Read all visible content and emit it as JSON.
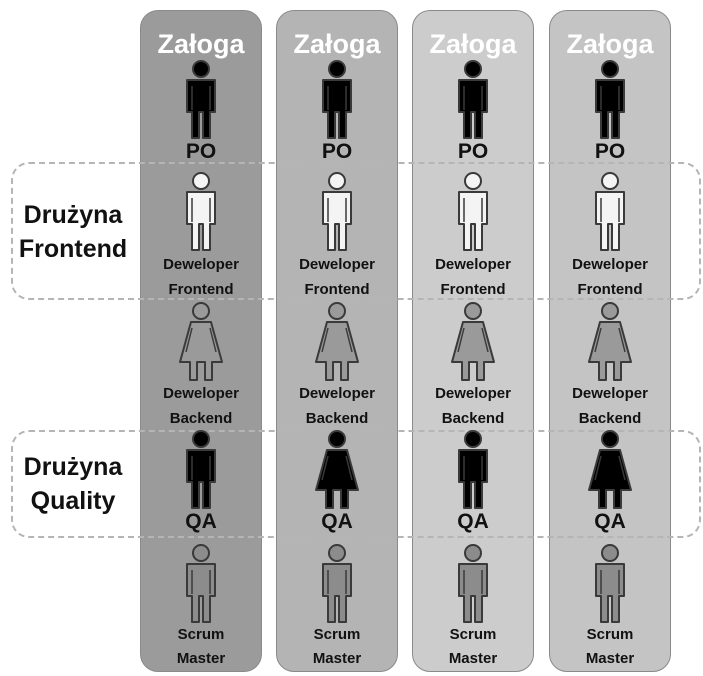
{
  "crews": [
    {
      "title": "Załoga",
      "bg": "#9b9b9b",
      "qa_gender": "male"
    },
    {
      "title": "Załoga",
      "bg": "#b4b4b4",
      "qa_gender": "female"
    },
    {
      "title": "Załoga",
      "bg": "#cccccc",
      "qa_gender": "male"
    },
    {
      "title": "Załoga",
      "bg": "#c4c4c4",
      "qa_gender": "female"
    }
  ],
  "roles": {
    "po": "PO",
    "frontend_line1": "Deweloper",
    "frontend_line2": "Frontend",
    "backend_line1": "Deweloper",
    "backend_line2": "Backend",
    "qa": "QA",
    "sm_line1": "Scrum",
    "sm_line2": "Master"
  },
  "teams": {
    "frontend_line1": "Drużyna",
    "frontend_line2": "Frontend",
    "quality_line1": "Drużyna",
    "quality_line2": "Quality"
  },
  "colors": {
    "po": "#000000",
    "frontend": "#f4f4f4",
    "backend": "#9a9a9a",
    "qa": "#000000",
    "scrum_master": "#8c8c8c",
    "outline": "#3a3a3a"
  },
  "icons": {
    "po": "person-icon",
    "frontend": "person-icon",
    "backend": "person-dress-icon",
    "qa_male": "person-icon",
    "qa_female": "person-dress-icon",
    "scrum_master": "person-icon"
  }
}
